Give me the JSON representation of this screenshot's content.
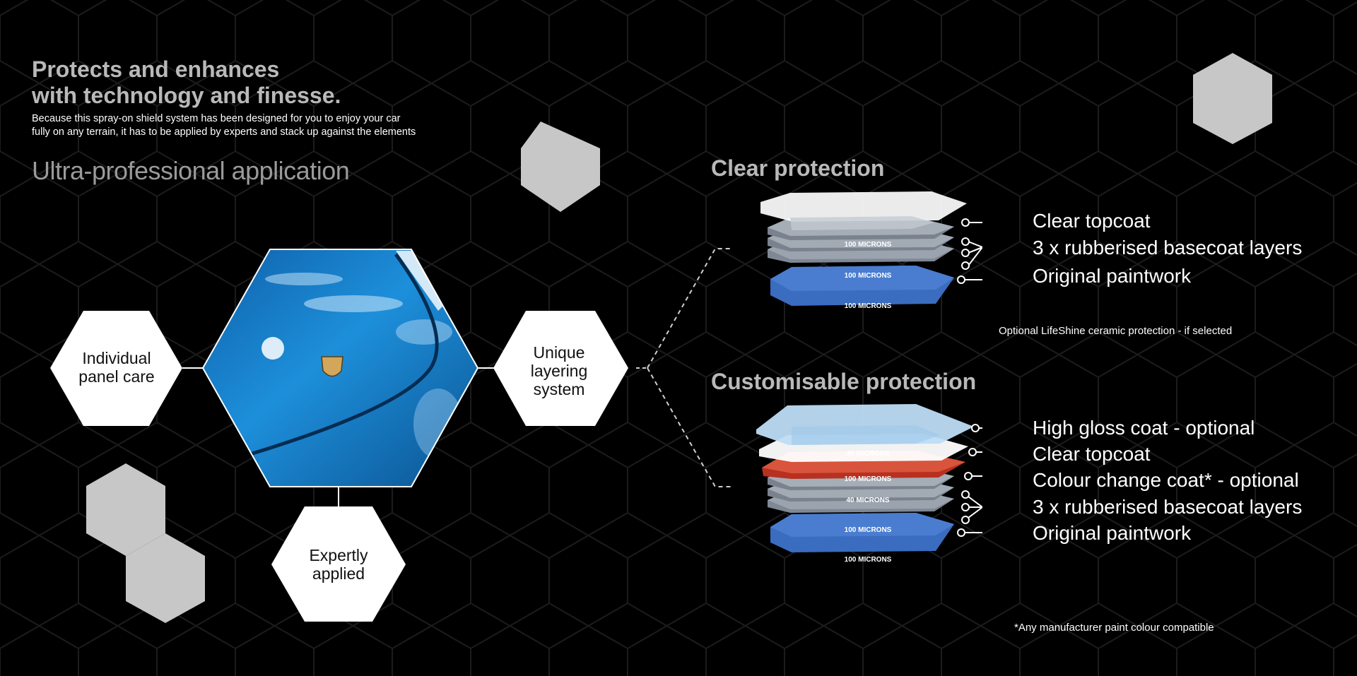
{
  "header": {
    "title_line1": "Protects and enhances",
    "title_line2": "with technology and finesse.",
    "intro_line1": "Because this spray-on shield system has been designed for you to enjoy your car",
    "intro_line2": "fully on any terrain, it has to be applied by experts and stack up against the elements",
    "subtitle": "Ultra-professional application"
  },
  "hex_features": {
    "left_line1": "Individual",
    "left_line2": "panel care",
    "right_line1": "Unique",
    "right_line2": "layering",
    "right_line3": "system",
    "bottom_line1": "Expertly",
    "bottom_line2": "applied"
  },
  "clear_protection": {
    "title": "Clear protection",
    "layer_label": "100 MICRONS",
    "callouts": [
      "Clear topcoat",
      "3 x rubberised basecoat layers",
      "Original paintwork"
    ],
    "note": "Optional LifeShine ceramic protection - if selected"
  },
  "custom_protection": {
    "title": "Customisable protection",
    "layer_labels": [
      "40 MICRONS",
      "100 MICRONS",
      "40 MICRONS",
      "100 MICRONS",
      "100 MICRONS"
    ],
    "callouts": [
      "High gloss coat - optional",
      "Clear topcoat",
      "Colour change coat* - optional",
      "3 x rubberised basecoat layers",
      "Original paintwork"
    ],
    "footnote": "*Any manufacturer paint colour compatible"
  },
  "colors": {
    "background": "#000000",
    "grid_line": "#1c1c1c",
    "hex_grey": "#c7c7c7",
    "heading_grey": "#b9b9b9",
    "paint_blue": "#3a6cc0",
    "basecoat_grey": "#8d95a0",
    "colour_change_red": "#d9432f",
    "gloss_blue": "#bddcf5"
  }
}
